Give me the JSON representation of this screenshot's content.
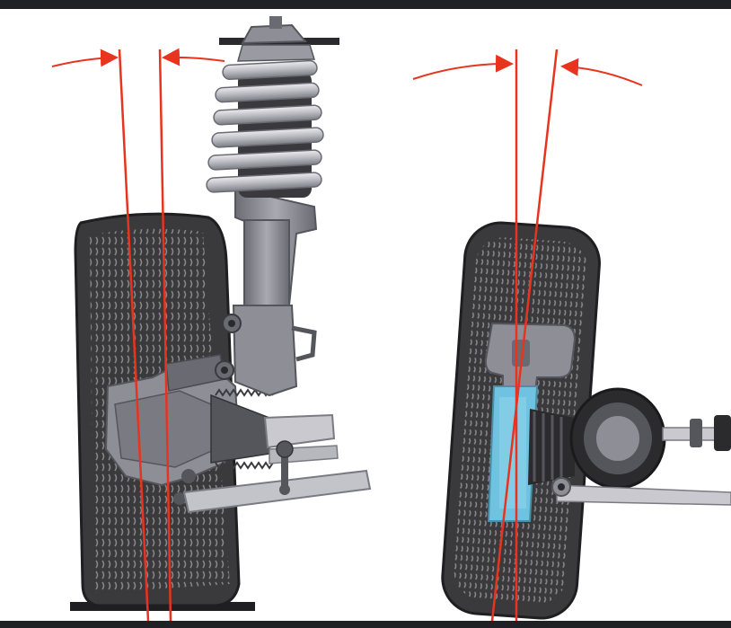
{
  "colors": {
    "frame": "#202124",
    "background": "#ffffff",
    "tire": "#3a3a3c",
    "tire_dark": "#1f1f21",
    "tread": "#7a7a7e",
    "metal": "#8e8e96",
    "metal_dark": "#55555c",
    "spring": "#c9c9cf",
    "boot": "#2b2b2e",
    "bracket_blue": "#6fc3e0",
    "reference_line": "#e8331f"
  },
  "diagrams": [
    {
      "view": "front-view-strut-suspension",
      "line_count": 2,
      "arc_arrows": 2
    },
    {
      "view": "front-view-wheel-hub-tilted",
      "line_count": 2,
      "arc_arrows": 2
    }
  ]
}
